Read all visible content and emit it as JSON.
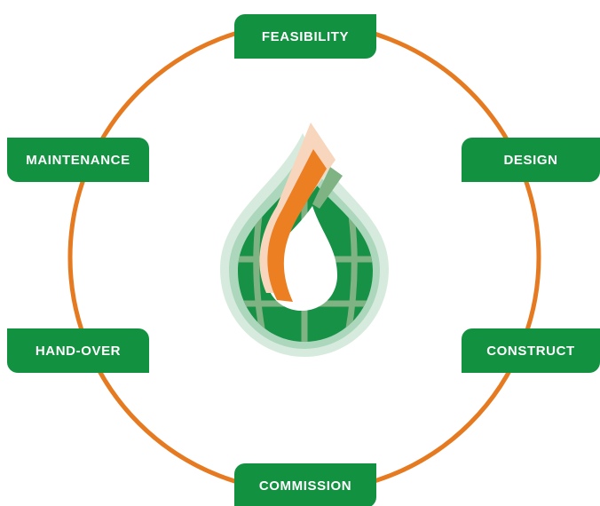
{
  "diagram": {
    "type": "cycle",
    "stages": [
      {
        "id": "feasibility",
        "label": "FEASIBILITY"
      },
      {
        "id": "design",
        "label": "DESIGN"
      },
      {
        "id": "construct",
        "label": "CONSTRUCT"
      },
      {
        "id": "commission",
        "label": "COMMISSION"
      },
      {
        "id": "handover",
        "label": "HAND-OVER"
      },
      {
        "id": "maintenance",
        "label": "MAINTENANCE"
      }
    ],
    "colors": {
      "ring": "#e67a21",
      "label_fill": "#129140",
      "label_text": "#ffffff",
      "logo_orange": "#ec7f22",
      "logo_orange_light": "#f8d6bd",
      "logo_green": "#169145",
      "logo_green_light": "#b5dbc3",
      "logo_grid": "#7fb383"
    },
    "center_logo": {
      "icon": "water-drop-leaf-logo"
    }
  }
}
